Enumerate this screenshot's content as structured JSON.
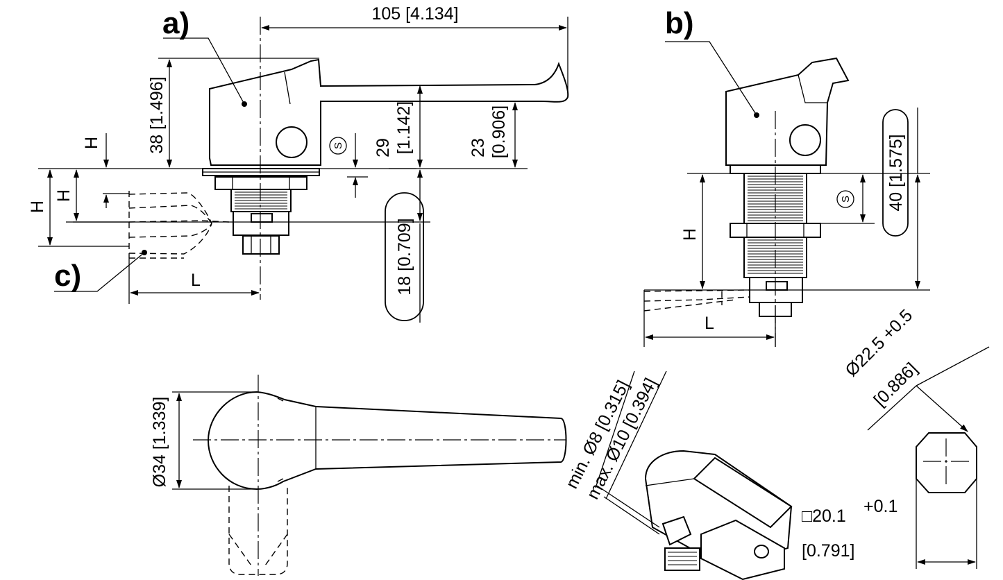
{
  "labels": {
    "a": "a)",
    "b": "b)",
    "c": "c)"
  },
  "dimensions": {
    "overall_length": "105 [4.134]",
    "height_38": "38 [1.496]",
    "height_29": "29",
    "height_29_in": "[1.142]",
    "height_23": "23",
    "height_23_in": "[0.906]",
    "cam_offset": "18 [0.709]",
    "b_height": "40 [1.575]",
    "diameter_34": "Ø34 [1.339]",
    "min_hole": "min. Ø8 [0.315]",
    "max_hole": "max. Ø10 [0.394]",
    "cutout_dia": "Ø22.5 +0.5",
    "cutout_dia_in": "[0.886]",
    "cutout_flat": "□20.1",
    "cutout_flat_tol": "+0.1",
    "cutout_flat_in": "[0.791]"
  },
  "symbols": {
    "H": "H",
    "L": "L",
    "S": "S"
  }
}
